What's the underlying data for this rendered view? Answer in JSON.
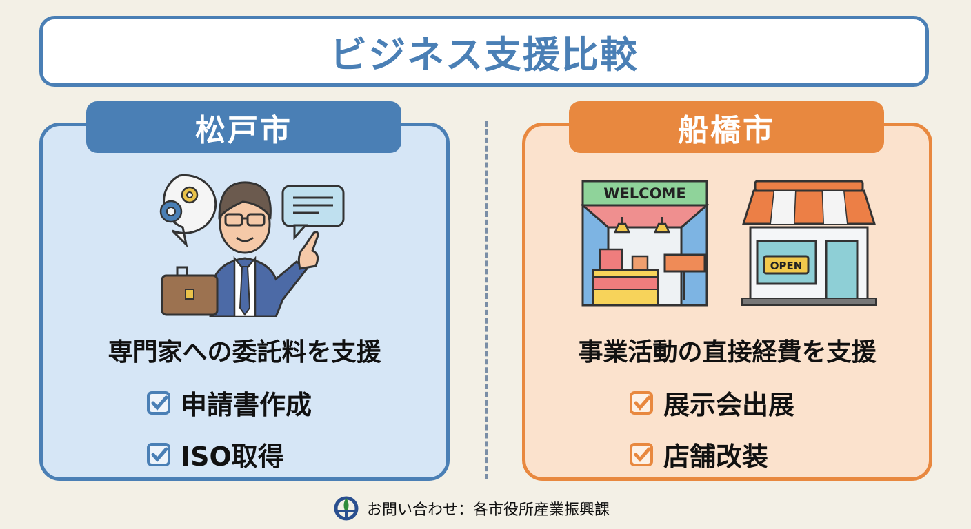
{
  "title": "ビジネス支援比較",
  "colors": {
    "background": "#f3f0e6",
    "blue": "#4a7fb5",
    "orange": "#e8883f",
    "blue_panel": "#d6e6f6",
    "orange_panel": "#fbe2cd"
  },
  "left": {
    "city": "松戸市",
    "illustration": "consultant-with-briefcase-gears-speech-bubble",
    "headline": "専門家への委託料を支援",
    "items": [
      {
        "icon": "checkbox-checked-icon",
        "label": "申請書作成"
      },
      {
        "icon": "checkbox-checked-icon",
        "label": "ISO取得"
      }
    ]
  },
  "right": {
    "city": "船橋市",
    "illustration": "exhibition-booth-and-storefront",
    "booth_sign": "WELCOME",
    "shop_sign": "OPEN",
    "headline": "事業活動の直接経費を支援",
    "items": [
      {
        "icon": "checkbox-checked-icon",
        "label": "展示会出展"
      },
      {
        "icon": "checkbox-checked-icon",
        "label": "店舗改装"
      }
    ]
  },
  "footer": {
    "icon": "city-emblem-icon",
    "text": "お問い合わせ：各市役所産業振興課"
  }
}
